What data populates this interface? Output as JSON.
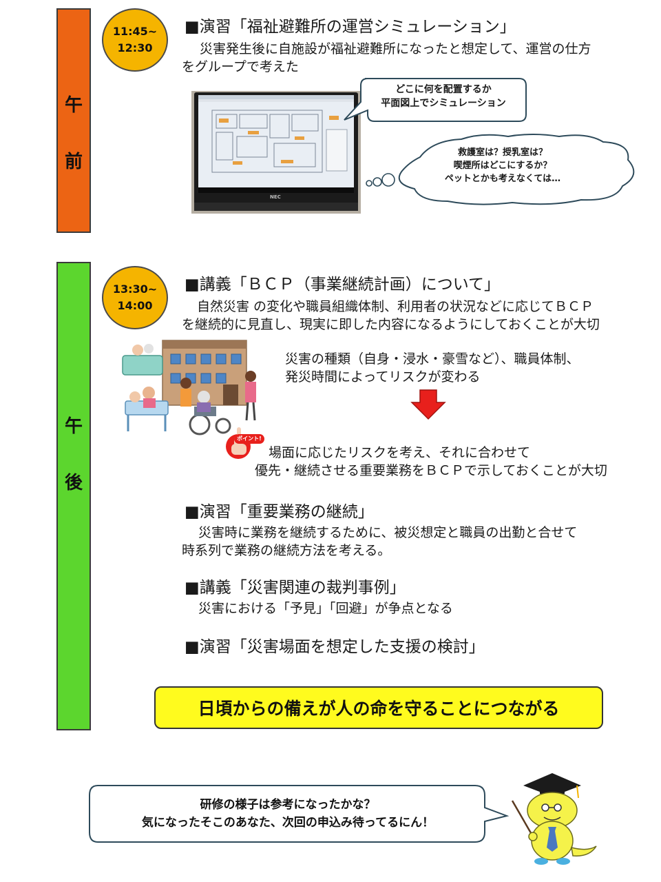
{
  "morning": {
    "label_1": "午",
    "label_2": "前",
    "time_1": "11:45~",
    "time_2": "12:30",
    "heading": "■演習「福祉避難所の運営シミュレーション」",
    "desc_1": "災害発生後に自施設が福祉避難所になったと想定して、運営の仕方",
    "desc_2": "をグループで考えた",
    "laptop_brand": "NEC",
    "speech_1": "どこに何を配置するか",
    "speech_2": "平面図上でシミュレーション",
    "thought_1": "救護室は？授乳室は？",
    "thought_2": "喫煙所はどこにするか？",
    "thought_3": "ペットとかも考えなくては…"
  },
  "afternoon": {
    "label_1": "午",
    "label_2": "後",
    "time_1": "13:30~",
    "time_2": "14:00",
    "bcp": {
      "heading": "■講義「ＢＣＰ（事業継続計画）について」",
      "desc_1": "自然災害 の変化や職員組織体制、利用者の状況などに応じてＢＣＰ",
      "desc_2": "を継続的に見直し、現実に即した内容になるようにしておくことが大切",
      "risk_1": "災害の種類（自身・浸水・豪雪など）、職員体制、",
      "risk_2": "発災時間によってリスクが変わる",
      "point_badge": "ポイント!",
      "point_1": "場面に応じたリスクを考え、それに合わせて",
      "point_2": "優先・継続させる重要業務をＢＣＰで示しておくことが大切"
    },
    "continuity": {
      "heading": "■演習「重要業務の継続」",
      "desc_1": "災害時に業務を継続するために、被災想定と職員の出勤と合せて",
      "desc_2": "時系列で業務の継続方法を考える。"
    },
    "court": {
      "heading": "■講義「災害関連の裁判事例」",
      "desc_1": "災害における「予見」「回避」が争点となる"
    },
    "support": {
      "heading": "■演習「災害場面を想定した支援の検討」"
    },
    "summary": "日頃からの備えが人の命を守ることにつながる"
  },
  "closing": {
    "line_1": "研修の様子は参考になったかな？",
    "line_2": "気になったそこのあなた、次回の申込み待ってるにん！"
  },
  "colors": {
    "morning_bar": "#ec6414",
    "afternoon_bar": "#5cd62e",
    "time_badge": "#f5b400",
    "summary_box": "#fffb1e",
    "arrow": "#e8201c",
    "mascot": "#f5f24a"
  }
}
